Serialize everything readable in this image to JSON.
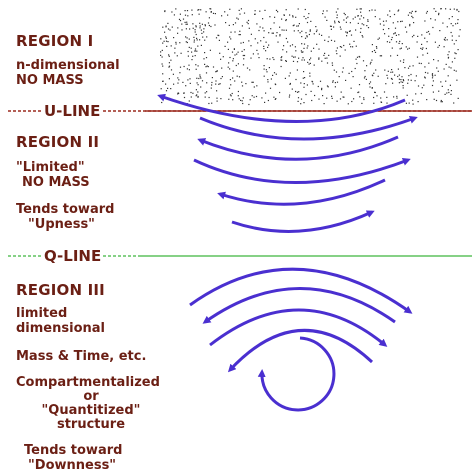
{
  "region1": {
    "title": "REGION I",
    "line1": "n-dimensional",
    "line2": "NO MASS"
  },
  "u_line": {
    "label": "U-LINE",
    "color": "#9b2a1f"
  },
  "region2": {
    "title": "REGION II",
    "line1": "\"Limited\"",
    "line2": "NO MASS",
    "line3": "Tends toward",
    "line4": "\"Upness\""
  },
  "q_line": {
    "label": "Q-LINE",
    "color": "#5ec25e"
  },
  "region3": {
    "title": "REGION III",
    "line1": "limited",
    "line2": "dimensional",
    "line3": "Mass & Time, etc.",
    "line4": "Compartmentalized",
    "line5": "or",
    "line6": "\"Quantitized\"",
    "line7": "structure",
    "line8": "Tends toward",
    "line9": "\"Downness\""
  },
  "colors": {
    "text": "#6b1f14",
    "arrows": "#4a2fd0",
    "dots": "#333333"
  }
}
